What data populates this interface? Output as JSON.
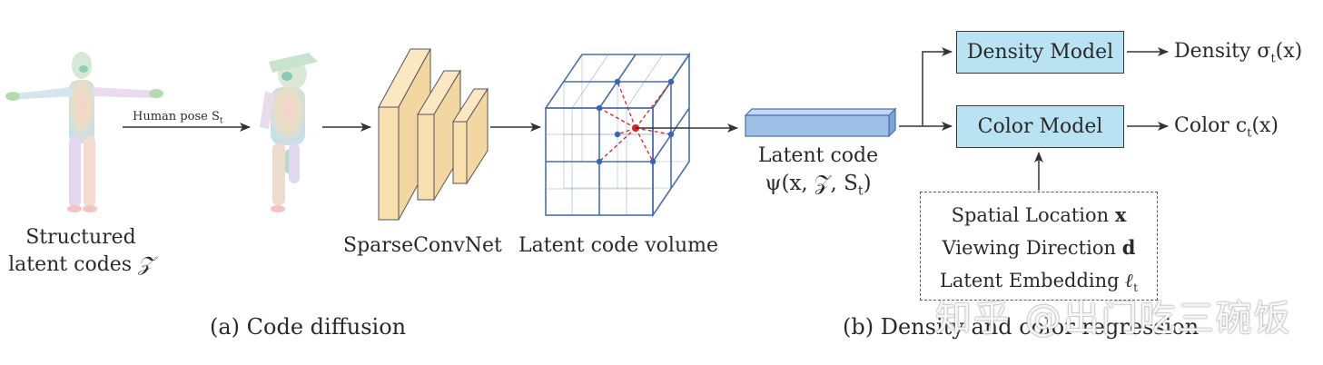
{
  "panel_a": {
    "human_pose_label": "Human pose S",
    "human_pose_sub": "t",
    "structured_line1": "Structured",
    "structured_line2": "latent codes",
    "structured_symbol": "𝒵",
    "sparseconvnet_label": "SparseConvNet",
    "latent_volume_label": "Latent code volume",
    "caption": "(a) Code diffusion"
  },
  "panel_b": {
    "latent_code_label": "Latent code",
    "latent_code_formula": "ψ(x, 𝒵, S",
    "latent_code_formula_sub": "t",
    "latent_code_formula_end": ")",
    "density_model": "Density Model",
    "color_model": "Color Model",
    "density_output": "Density σ",
    "density_output_sub": "t",
    "density_output_end": "(x)",
    "color_output": "Color c",
    "color_output_sub": "t",
    "color_output_end": "(x)",
    "inputs": [
      {
        "text": "Spatial Location",
        "bold": "x"
      },
      {
        "text": "Viewing Direction",
        "bold": "d"
      },
      {
        "text": "Latent Embedding",
        "bold": "ℓ",
        "sub": "t"
      }
    ],
    "caption": "(b) Density and color regression"
  },
  "watermark": "知乎 @出门吃三碗饭",
  "colors": {
    "box_fill": "#b9e3f2",
    "conv_fill": "#f8dfae",
    "grid_stroke": "#4a6fb0",
    "center_point": "#e02020",
    "latent_bar": "#9fc0e6"
  }
}
